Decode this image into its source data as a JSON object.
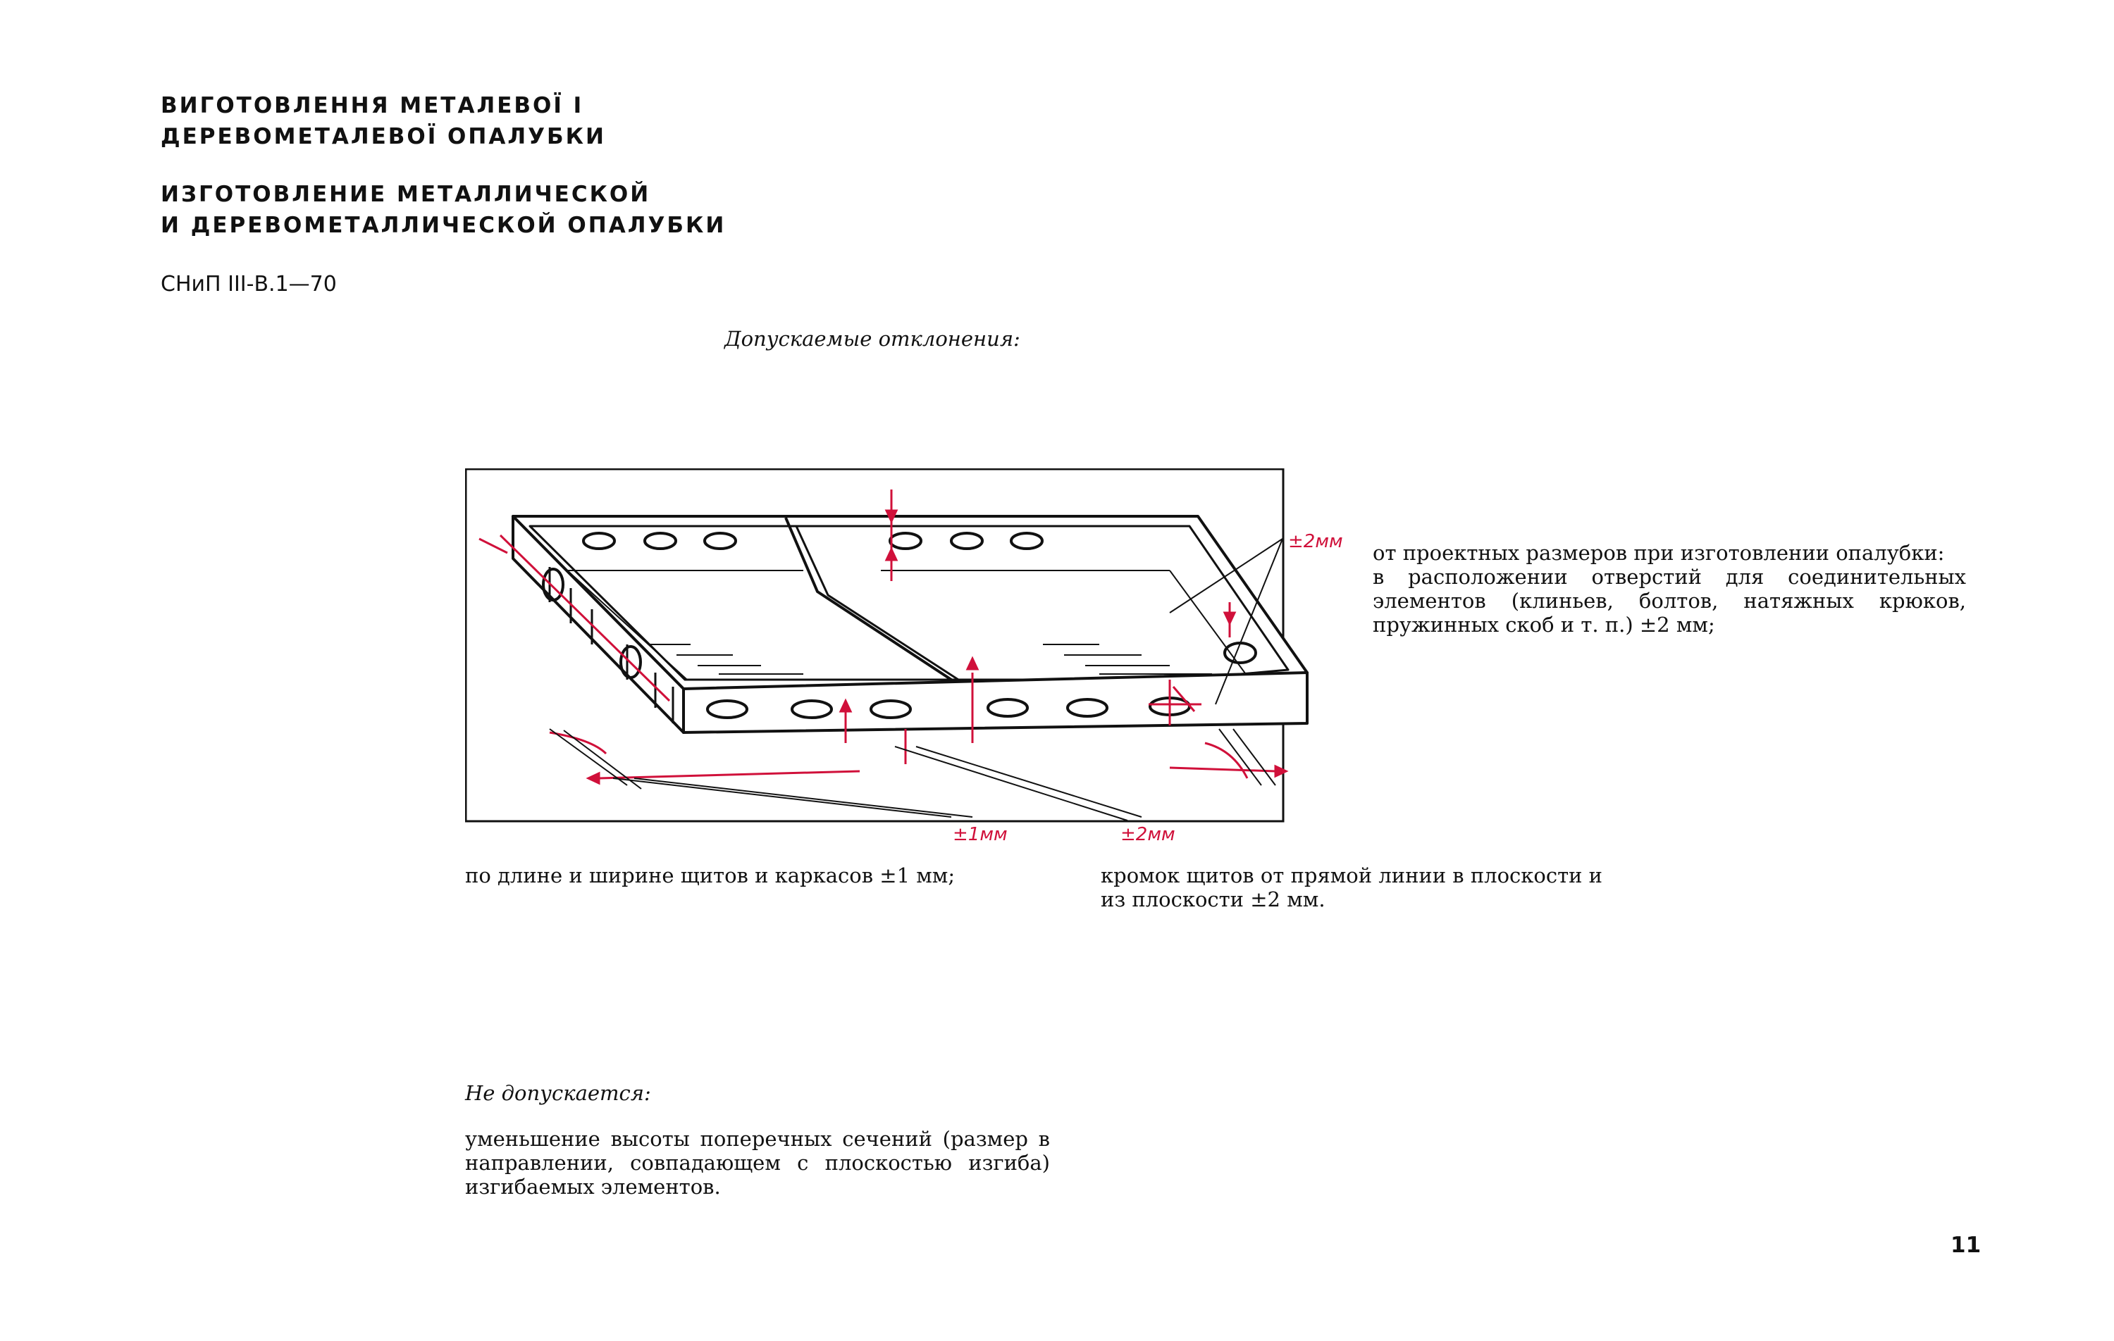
{
  "header": {
    "title_ua_line1": "ВИГОТОВЛЕННЯ МЕТАЛЕВОЇ І",
    "title_ua_line2": "ДЕРЕВОМЕТАЛЕВОЇ ОПАЛУБКИ",
    "title_ru_line1": "ИЗГОТОВЛЕНИЕ МЕТАЛЛИЧЕСКОЙ",
    "title_ru_line2": "И ДЕРЕВОМЕТАЛЛИЧЕСКОЙ ОПАЛУБКИ",
    "code": "СНиП III-В.1—70"
  },
  "permitted_heading": "Допускаемые отклонения:",
  "figure": {
    "tolerance_holes": "±2мм",
    "tolerance_length": "±1мм",
    "tolerance_edges": "±2мм",
    "accent_color": "#d0103a"
  },
  "right_text": "от проектных размеров при изготовлении опалубки:\nв расположении отверстий для соединительных элементов (клиньев, болтов, натяжных крюков, пружинных скоб и т. п.) ±2 мм;",
  "caption_left": "по длине и ширине щитов и каркасов ±1 мм;",
  "caption_right": "кромок щитов от прямой линии в плоскости и\nиз плоскости ±2 мм.",
  "not_permitted_heading": "Не допускается:",
  "not_permitted_text": "уменьшение высоты поперечных сечений (размер в направлении, совпадающем с плоскостью изгиба) изгибаемых элементов.",
  "page_number": "11"
}
